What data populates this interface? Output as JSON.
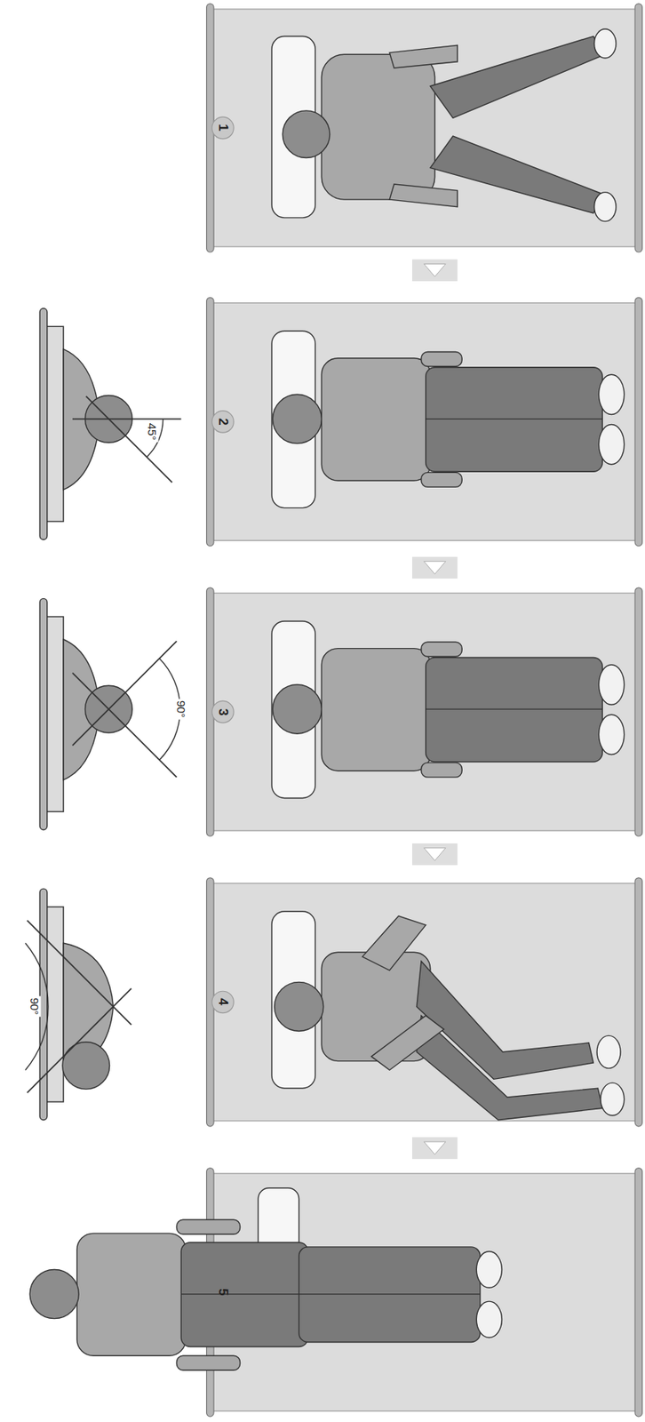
{
  "diagram": {
    "labels": [
      "1",
      "2",
      "45°",
      "3",
      "90°",
      "4",
      "90°",
      "5"
    ]
  }
}
